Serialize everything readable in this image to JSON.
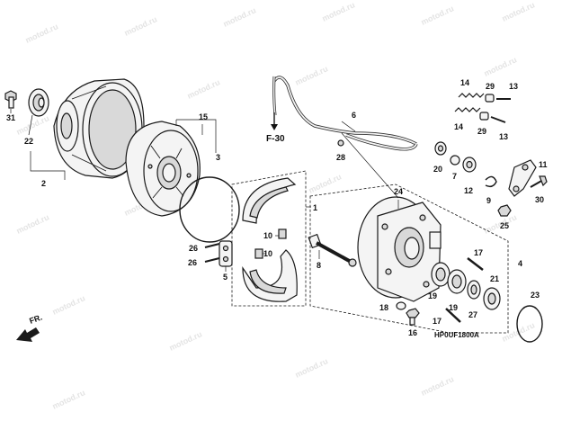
{
  "watermark": "motod.ru",
  "diagram_code": "HP0UF1800A",
  "ref_label": "F-30",
  "direction_label": "FR.",
  "callouts": [
    "1",
    "2",
    "3",
    "4",
    "5",
    "6",
    "7",
    "8",
    "9",
    "10",
    "10",
    "11",
    "12",
    "13",
    "13",
    "14",
    "14",
    "15",
    "16",
    "17",
    "17",
    "18",
    "19",
    "19",
    "20",
    "21",
    "22",
    "23",
    "24",
    "25",
    "26",
    "26",
    "27",
    "28",
    "29",
    "29",
    "30",
    "31"
  ]
}
